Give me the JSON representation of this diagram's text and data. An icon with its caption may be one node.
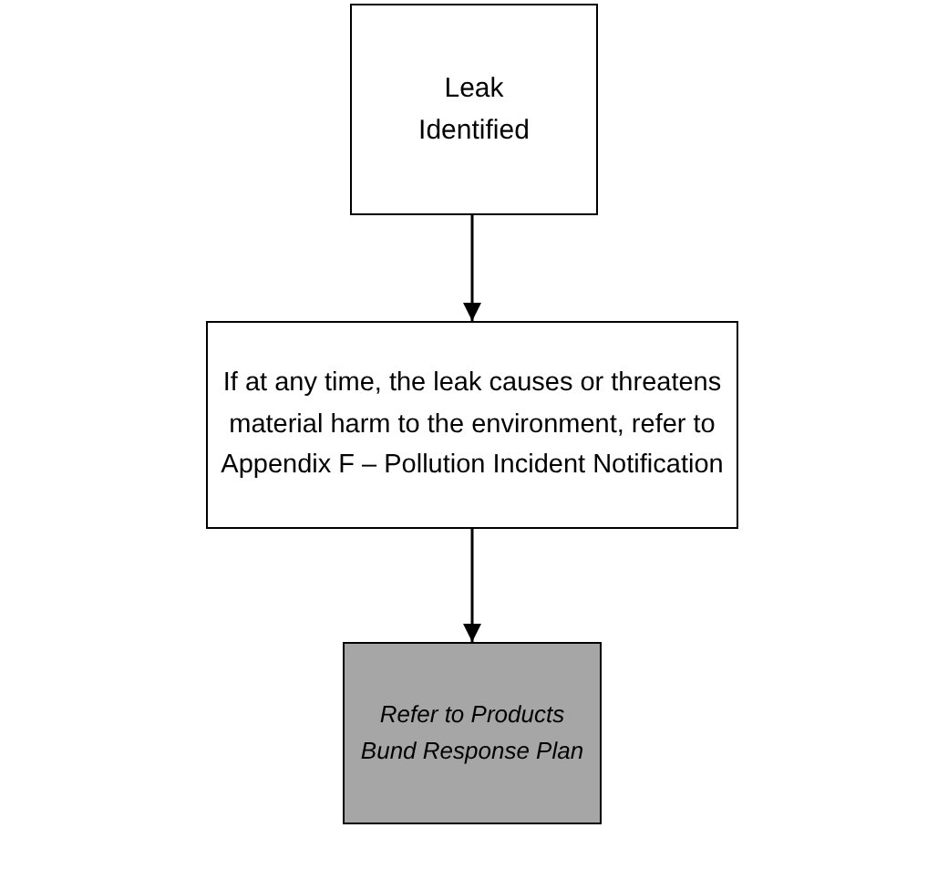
{
  "diagram": {
    "nodes": [
      {
        "text": [
          "Leak Identified"
        ]
      },
      {
        "text": [
          "If at any time, the leak causes or threatens material harm to the environment, refer to Appendix F – Pollution Incident Notification"
        ]
      },
      {
        "text": [
          "Refer to Products Bund Response Plan"
        ]
      }
    ],
    "edges": [
      {
        "from": 0,
        "to": 1,
        "arrow": "to"
      },
      {
        "from": 1,
        "to": 2,
        "arrow": "to"
      }
    ]
  }
}
